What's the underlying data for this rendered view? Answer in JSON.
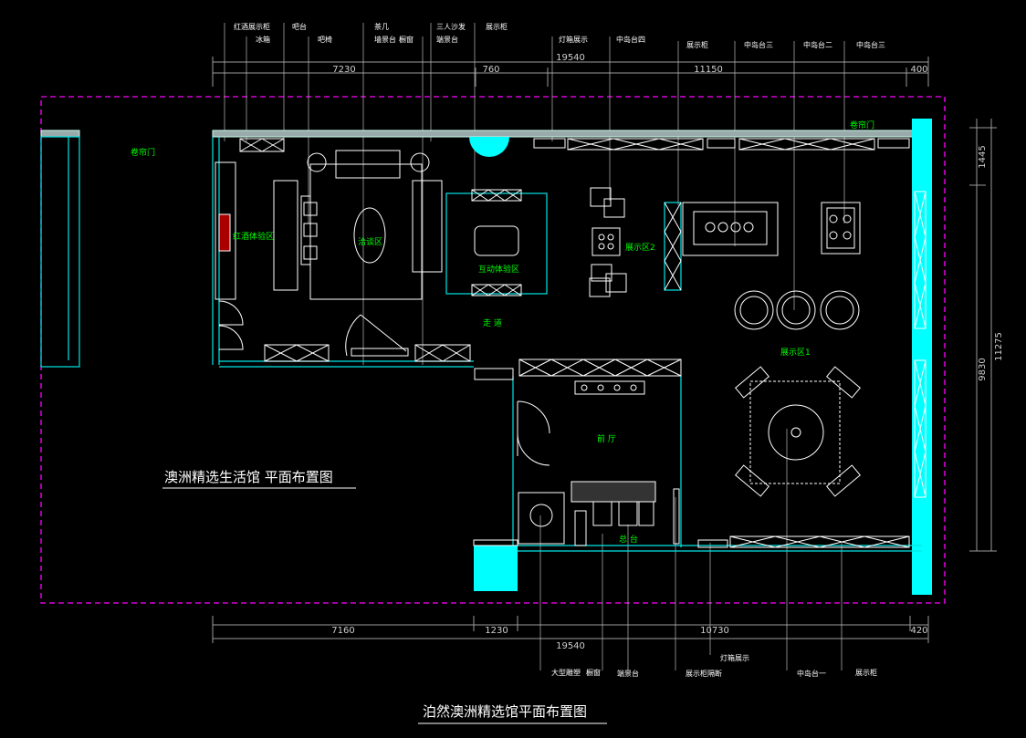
{
  "colors": {
    "background": "#000000",
    "border_dash": "#ff00ff",
    "wall": "#00e5e5",
    "zone_label": "#00ff00",
    "linework": "#ffffff"
  },
  "dimensions_top": {
    "total": "19540",
    "segments": [
      "7230",
      "760",
      "11150",
      "400"
    ]
  },
  "dimensions_bottom": {
    "total": "19540",
    "segments": [
      "7160",
      "1230",
      "10730",
      "420"
    ]
  },
  "dimensions_right": {
    "total": "11275",
    "segments": [
      "1445",
      "9830"
    ]
  },
  "callouts_top": [
    "红酒展示柜",
    "冰箱",
    "吧台",
    "吧椅",
    "茶几",
    "墙景台",
    "橱窗",
    "三人沙发",
    "端景台",
    "展示柜",
    "灯箱展示",
    "中岛台四",
    "展示柜",
    "中岛台三",
    "中岛台二",
    "中岛台三"
  ],
  "callouts_bottom": [
    "大型雕塑",
    "橱窗",
    "端景台",
    "展示柜隔断",
    "灯箱展示",
    "中岛台一",
    "展示柜"
  ],
  "zones": {
    "rolling_door_left": "卷帘门",
    "rolling_door_right": "卷帘门",
    "wine_area": "红酒体验区",
    "lounge": "洽谈区",
    "interactive": "互动体验区",
    "display2": "展示区2",
    "corridor": "走 道",
    "display1": "展示区1",
    "hall": "前 厅",
    "reception": "总 台"
  },
  "titles": {
    "sub_title": "澳洲精选生活馆  平面布置图",
    "main_title": "泊然澳洲精选馆平面布置图"
  }
}
